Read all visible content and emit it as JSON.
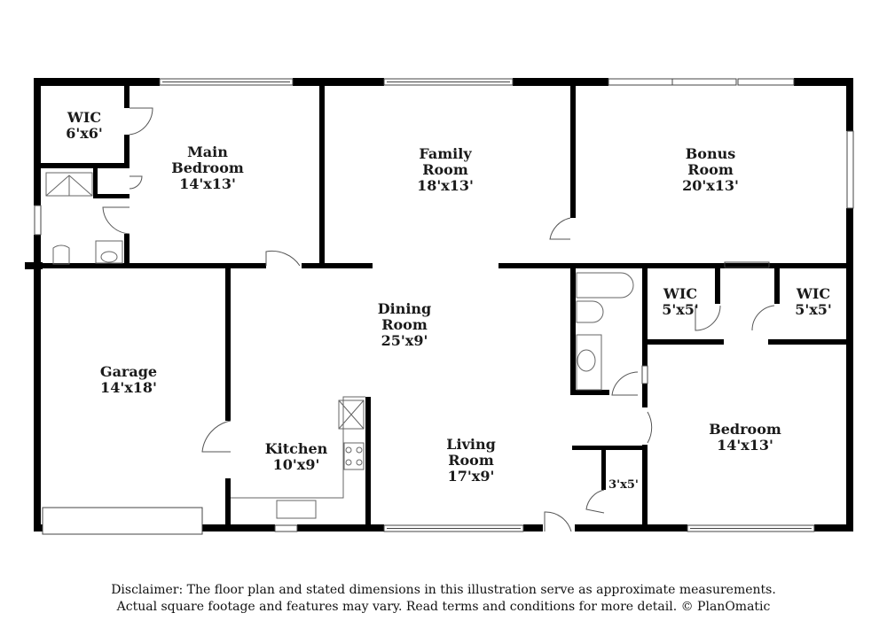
{
  "rooms": {
    "wic_main": {
      "name": "WIC",
      "size": "6'x6'"
    },
    "main_bedroom": {
      "name1": "Main",
      "name2": "Bedroom",
      "size": "14'x13'"
    },
    "family_room": {
      "name1": "Family",
      "name2": "Room",
      "size": "18'x13'"
    },
    "bonus_room": {
      "name1": "Bonus",
      "name2": "Room",
      "size": "20'x13'"
    },
    "dining_room": {
      "name1": "Dining",
      "name2": "Room",
      "size": "25'x9'"
    },
    "wic_a": {
      "name": "WIC",
      "size": "5'x5'"
    },
    "wic_b": {
      "name": "WIC",
      "size": "5'x5'"
    },
    "garage": {
      "name": "Garage",
      "size": "14'x18'"
    },
    "kitchen": {
      "name": "Kitchen",
      "size": "10'x9'"
    },
    "living_room": {
      "name1": "Living",
      "name2": "Room",
      "size": "17'x9'"
    },
    "bedroom": {
      "name": "Bedroom",
      "size": "14'x13'"
    },
    "closet": {
      "size": "3'x5'"
    }
  },
  "disclaimer": {
    "line1": "Disclaimer: The floor plan and stated dimensions in this illustration serve as approximate measurements.",
    "line2": "Actual square footage and features may vary. Read terms and conditions for more detail. © PlanOmatic"
  },
  "colors": {
    "wall": "#000000",
    "fixture": "#555555"
  }
}
